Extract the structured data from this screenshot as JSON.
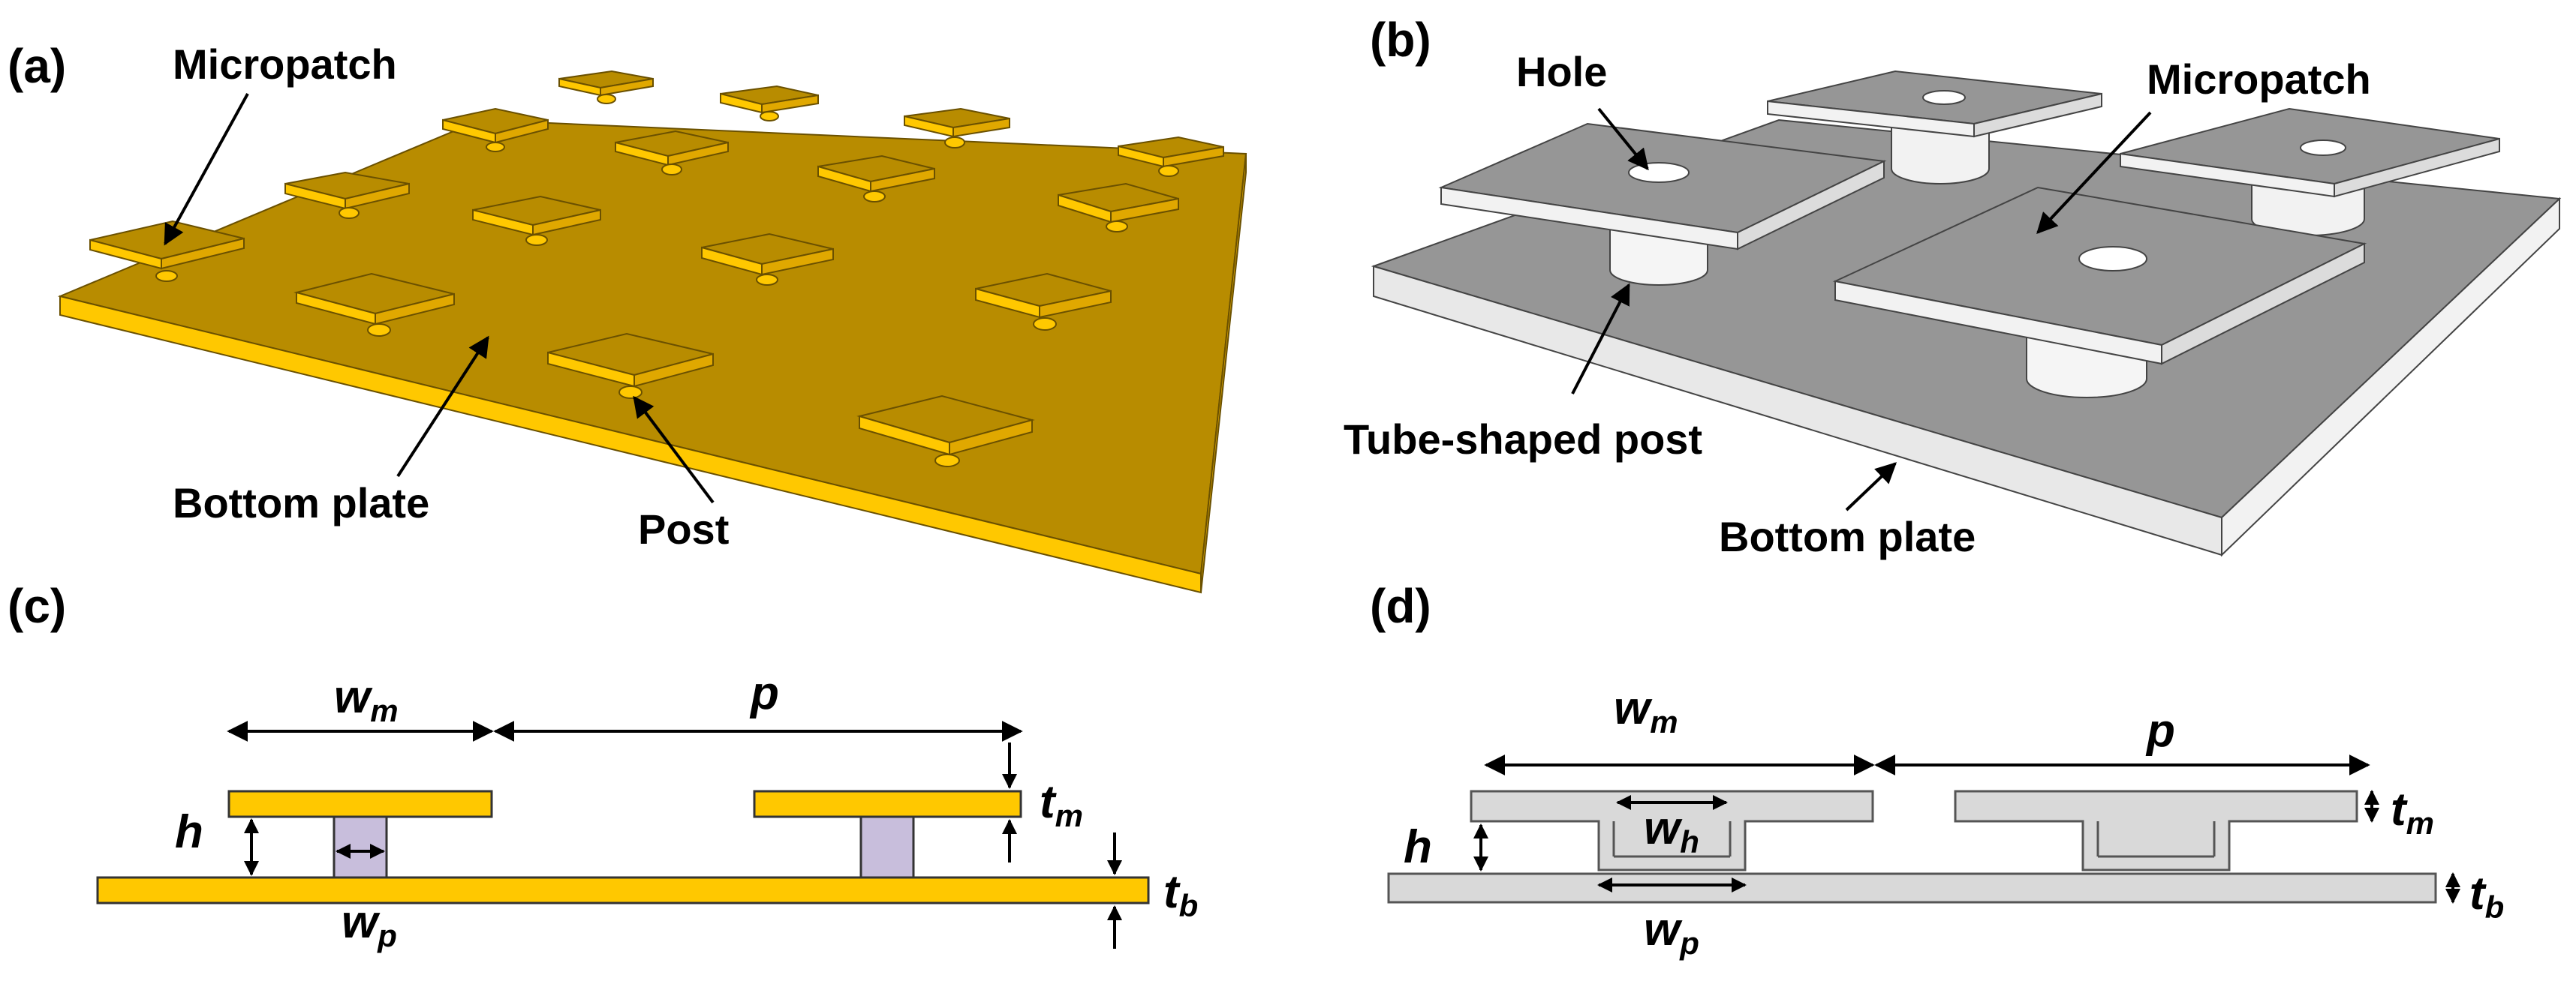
{
  "panels": {
    "a": {
      "letter": "(a)",
      "micropatch": "Micropatch",
      "bottom_plate": "Bottom plate",
      "post": "Post"
    },
    "b": {
      "letter": "(b)",
      "hole": "Hole",
      "micropatch": "Micropatch",
      "tube_post": "Tube-shaped post",
      "bottom_plate": "Bottom plate"
    },
    "c": {
      "letter": "(c)",
      "wm_main": "w",
      "wm_sub": "m",
      "p": "p",
      "h": "h",
      "tm_main": "t",
      "tm_sub": "m",
      "tb_main": "t",
      "tb_sub": "b",
      "wp_main": "w",
      "wp_sub": "p"
    },
    "d": {
      "letter": "(d)",
      "wm_main": "w",
      "wm_sub": "m",
      "p": "p",
      "h": "h",
      "wh_main": "w",
      "wh_sub": "h",
      "tm_main": "t",
      "tm_sub": "m",
      "tb_main": "t",
      "tb_sub": "b",
      "wp_main": "w",
      "wp_sub": "p"
    }
  },
  "colors": {
    "gold_top": "#b88c00",
    "gold_side": "#ffc800",
    "gold_edge": "#e0a800",
    "gray_top": "#969696",
    "gray_side": "#e8e8e8",
    "post_fill": "#c8bedc",
    "section_gray": "#d9d9d9"
  }
}
